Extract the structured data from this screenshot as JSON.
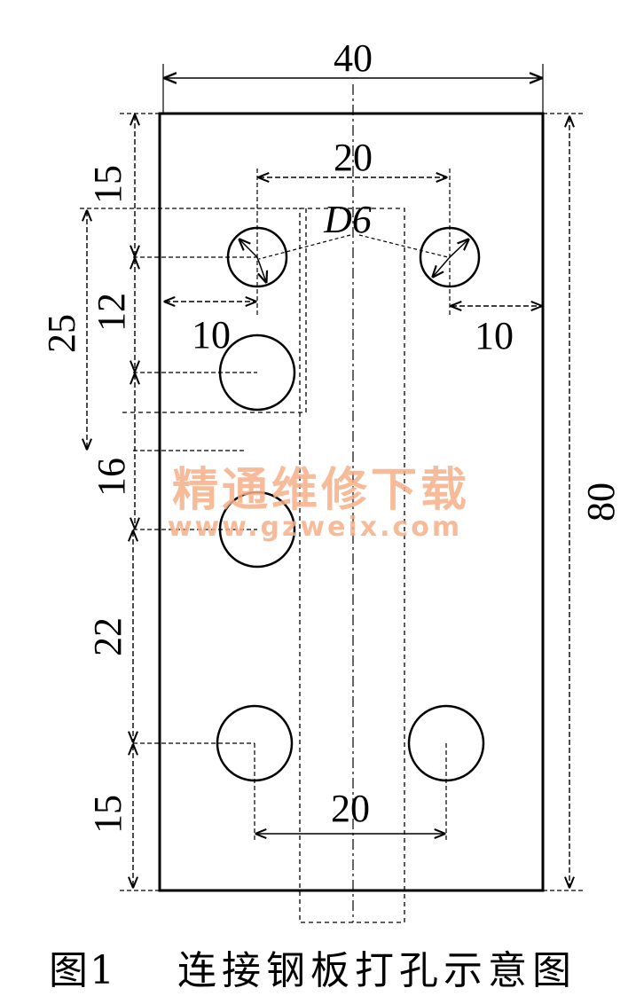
{
  "diagram": {
    "dimensions": {
      "top_width": "40",
      "top_holes_spacing": "20",
      "hole_diameter": "D6",
      "left_margin": "10",
      "right_margin": "10",
      "overall_height": "80",
      "top_offset": "15",
      "row_spacing_1": "12",
      "dashed_span": "25",
      "row_spacing_2": "16",
      "row_spacing_3": "22",
      "bottom_offset": "15",
      "bottom_holes_spacing": "20"
    },
    "watermark": {
      "chinese": "精通维修下载",
      "url": "www.gzweix.com"
    },
    "colors": {
      "line": "#000000",
      "watermark": "#f6b088"
    }
  },
  "caption": {
    "figure_number": "图1",
    "title": "连接钢板打孔示意图"
  }
}
